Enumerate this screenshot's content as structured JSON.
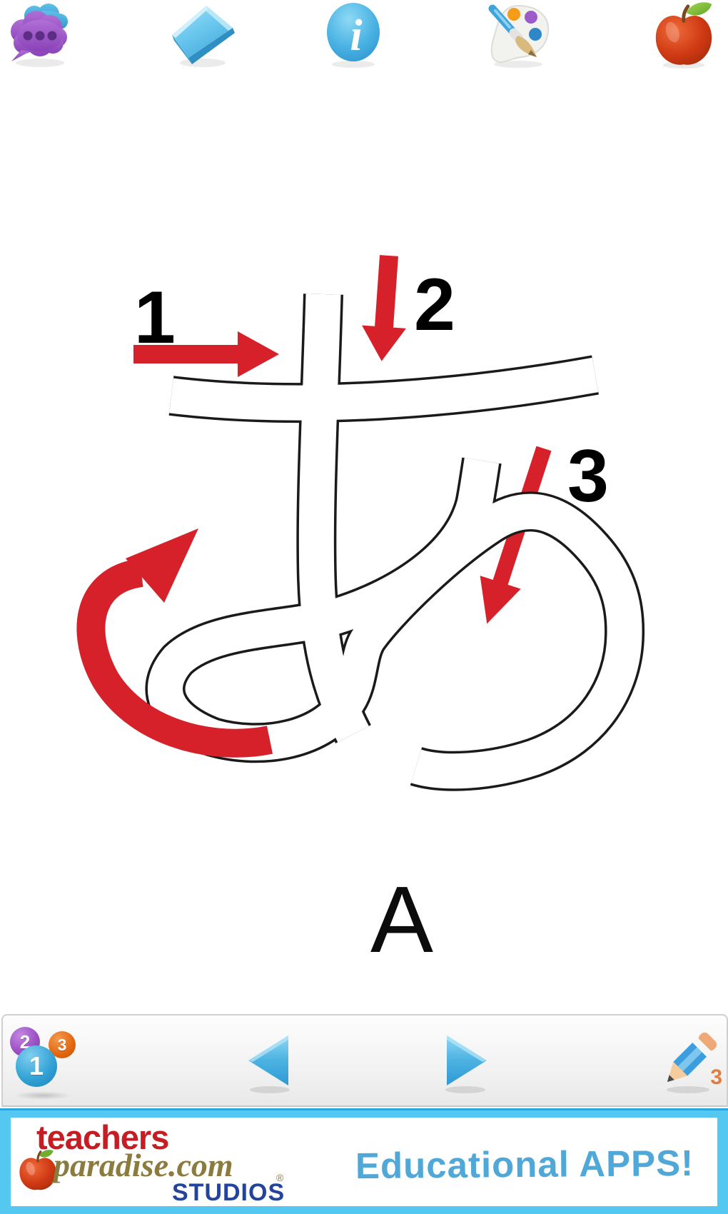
{
  "top_toolbar": {
    "buttons": [
      {
        "id": "chat",
        "icon": "chat-bubble-icon"
      },
      {
        "id": "eraser",
        "icon": "eraser-icon"
      },
      {
        "id": "info",
        "icon": "info-icon",
        "glyph": "i"
      },
      {
        "id": "paint",
        "icon": "paint-palette-icon"
      },
      {
        "id": "apple",
        "icon": "apple-icon"
      }
    ]
  },
  "tracing_card": {
    "character": "あ",
    "character_name": "hiragana-a",
    "romaji_label": "A",
    "stroke_count": 3,
    "stroke_numbers": {
      "first": "1",
      "second": "2",
      "third": "3"
    },
    "colors": {
      "arrow_red": "#d6212a",
      "outline_black": "#1a1a1a",
      "stroke_fill": "#ffffff"
    }
  },
  "bottom_toolbar": {
    "stroke_badges": [
      {
        "label": "2",
        "color": "#9b51c5"
      },
      {
        "label": "3",
        "color": "#e2660f"
      },
      {
        "label": "1",
        "color": "#2f9fd4"
      }
    ],
    "pencil_badge": "3"
  },
  "ad_banner": {
    "brand_line1": "teachers",
    "brand_line2": "paradise.com",
    "brand_reg": "®",
    "brand_line3": "STUDIOS",
    "slogan": "Educational APPS!",
    "colors": {
      "frame": "#54c8f0",
      "brand_red": "#c41e24",
      "brand_olive": "#8b7b3e",
      "brand_navy": "#24439a",
      "slogan_blue": "#4fa8d8"
    }
  }
}
